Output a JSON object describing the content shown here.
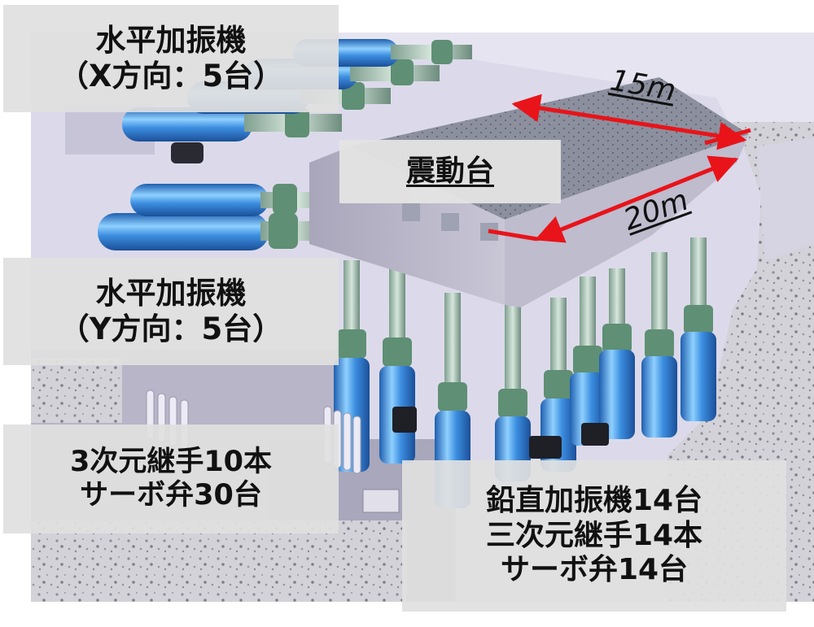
{
  "labels": {
    "x_exciter": {
      "line1": "水平加振機",
      "line2": "（X方向：5台）"
    },
    "y_exciter": {
      "line1": "水平加振機",
      "line2": "（Y方向：5台）"
    },
    "joints": {
      "line1": "3次元継手10本",
      "line2": "サーボ弁30台"
    },
    "vertical": {
      "line1": "鉛直加振機14台",
      "line2": "三次元継手14本",
      "line3": "サーボ弁14台"
    },
    "table": "震動台"
  },
  "dimensions": {
    "length": "15m",
    "width": "20m"
  },
  "colors": {
    "arrow": "#e8141a",
    "actuator": "#2f7fd6",
    "actuator_highlight": "#9fd3ff",
    "joint": "#5f8f74",
    "table_top": "#8a8f9c",
    "table_side": "#b9b6c8",
    "wall": "#dcdaea",
    "floor": "#b4b2c4",
    "gravel": "#cfcfd6",
    "label_bg": "#e0e0e0"
  }
}
